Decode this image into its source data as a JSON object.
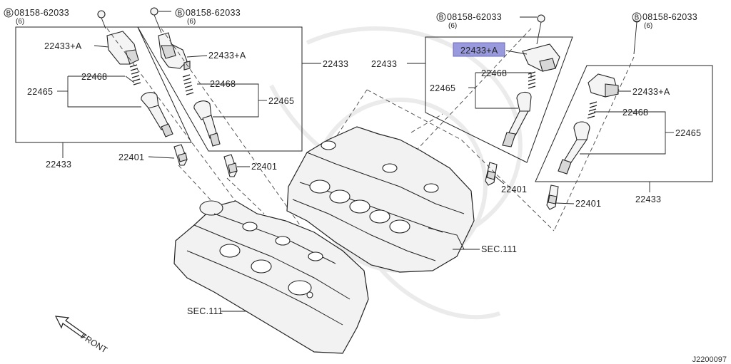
{
  "diagram": {
    "bolt_part_number": "08158-62033",
    "bolt_circle_letter": "B",
    "bolt_quantity": "(6)",
    "coil_part": "22433+A",
    "spring_part": "22468",
    "boot_part": "22465",
    "spark_plug_part": "22401",
    "assembly_part": "22433",
    "section_ref": "SEC.111",
    "front_label": "FRONT",
    "diagram_code": "J2200097",
    "highlight_color": "#9999dd"
  }
}
